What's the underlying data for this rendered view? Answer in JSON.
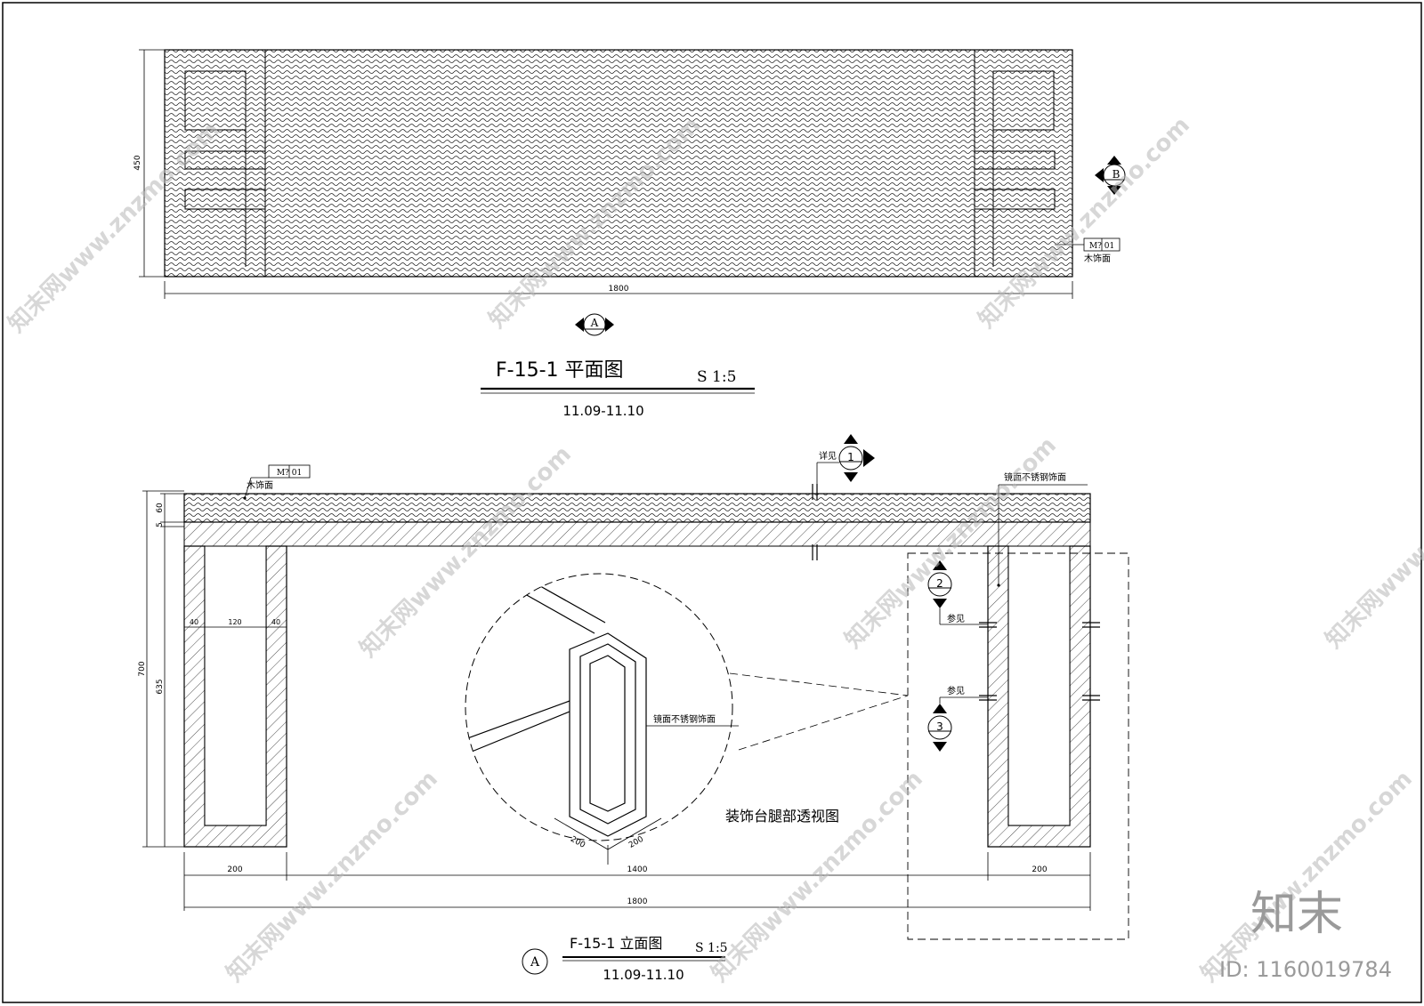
{
  "plan": {
    "title": "F-15-1 平面图",
    "scale": "S 1:5",
    "pages": "11.09-11.10",
    "dim_width": "1800",
    "dim_height": "450",
    "section_marker_a": "A",
    "section_marker_b": "B",
    "material_tag": "M? 01",
    "material_label": "木饰面"
  },
  "elevation": {
    "title": "F-15-1 立面图",
    "scale": "S 1:5",
    "pages": "11.09-11.10",
    "view_marker": "A",
    "material_tag": "M? 01",
    "material_label": "木饰面",
    "steel_label": "镜面不锈钢饰面",
    "detail_label_1": "详见",
    "detail_marker_1": "1",
    "detail_marker_2": "2",
    "detail_marker_3": "3",
    "ref_label_1": "参见",
    "ref_label_2": "参见",
    "dim_top": "60",
    "dim_gap": "5",
    "dim_height": "700",
    "dim_leg": "635",
    "dim_side": "40",
    "dim_opening": "120",
    "dim_side2": "40",
    "dim_left": "200",
    "dim_mid": "1400",
    "dim_right": "200",
    "dim_total": "1800"
  },
  "perspective": {
    "caption": "装饰台腿部透视图",
    "steel_label": "镜面不锈钢饰面",
    "dim_a": "200",
    "dim_b": "200"
  },
  "watermark": {
    "logo": "知末",
    "id": "ID: 1160019784",
    "text": "知末网www.znzmo.com"
  }
}
